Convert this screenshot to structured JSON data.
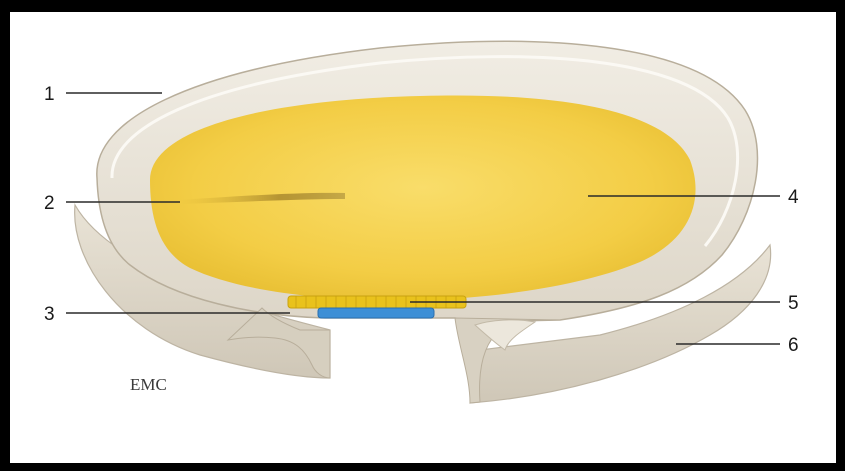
{
  "labels": [
    {
      "id": "1",
      "text": "1"
    },
    {
      "id": "2",
      "text": "2"
    },
    {
      "id": "3",
      "text": "3"
    },
    {
      "id": "4",
      "text": "4"
    },
    {
      "id": "5",
      "text": "5"
    },
    {
      "id": "6",
      "text": "6"
    }
  ],
  "logo": {
    "text": "EMC"
  },
  "colors": {
    "frame": "#000000",
    "cavity_wall": "#e8e3d8",
    "yolk": "#f4cf4a",
    "disc_ectoderm": "#e9c21c",
    "disc_endoderm": "#3d8fd6"
  }
}
